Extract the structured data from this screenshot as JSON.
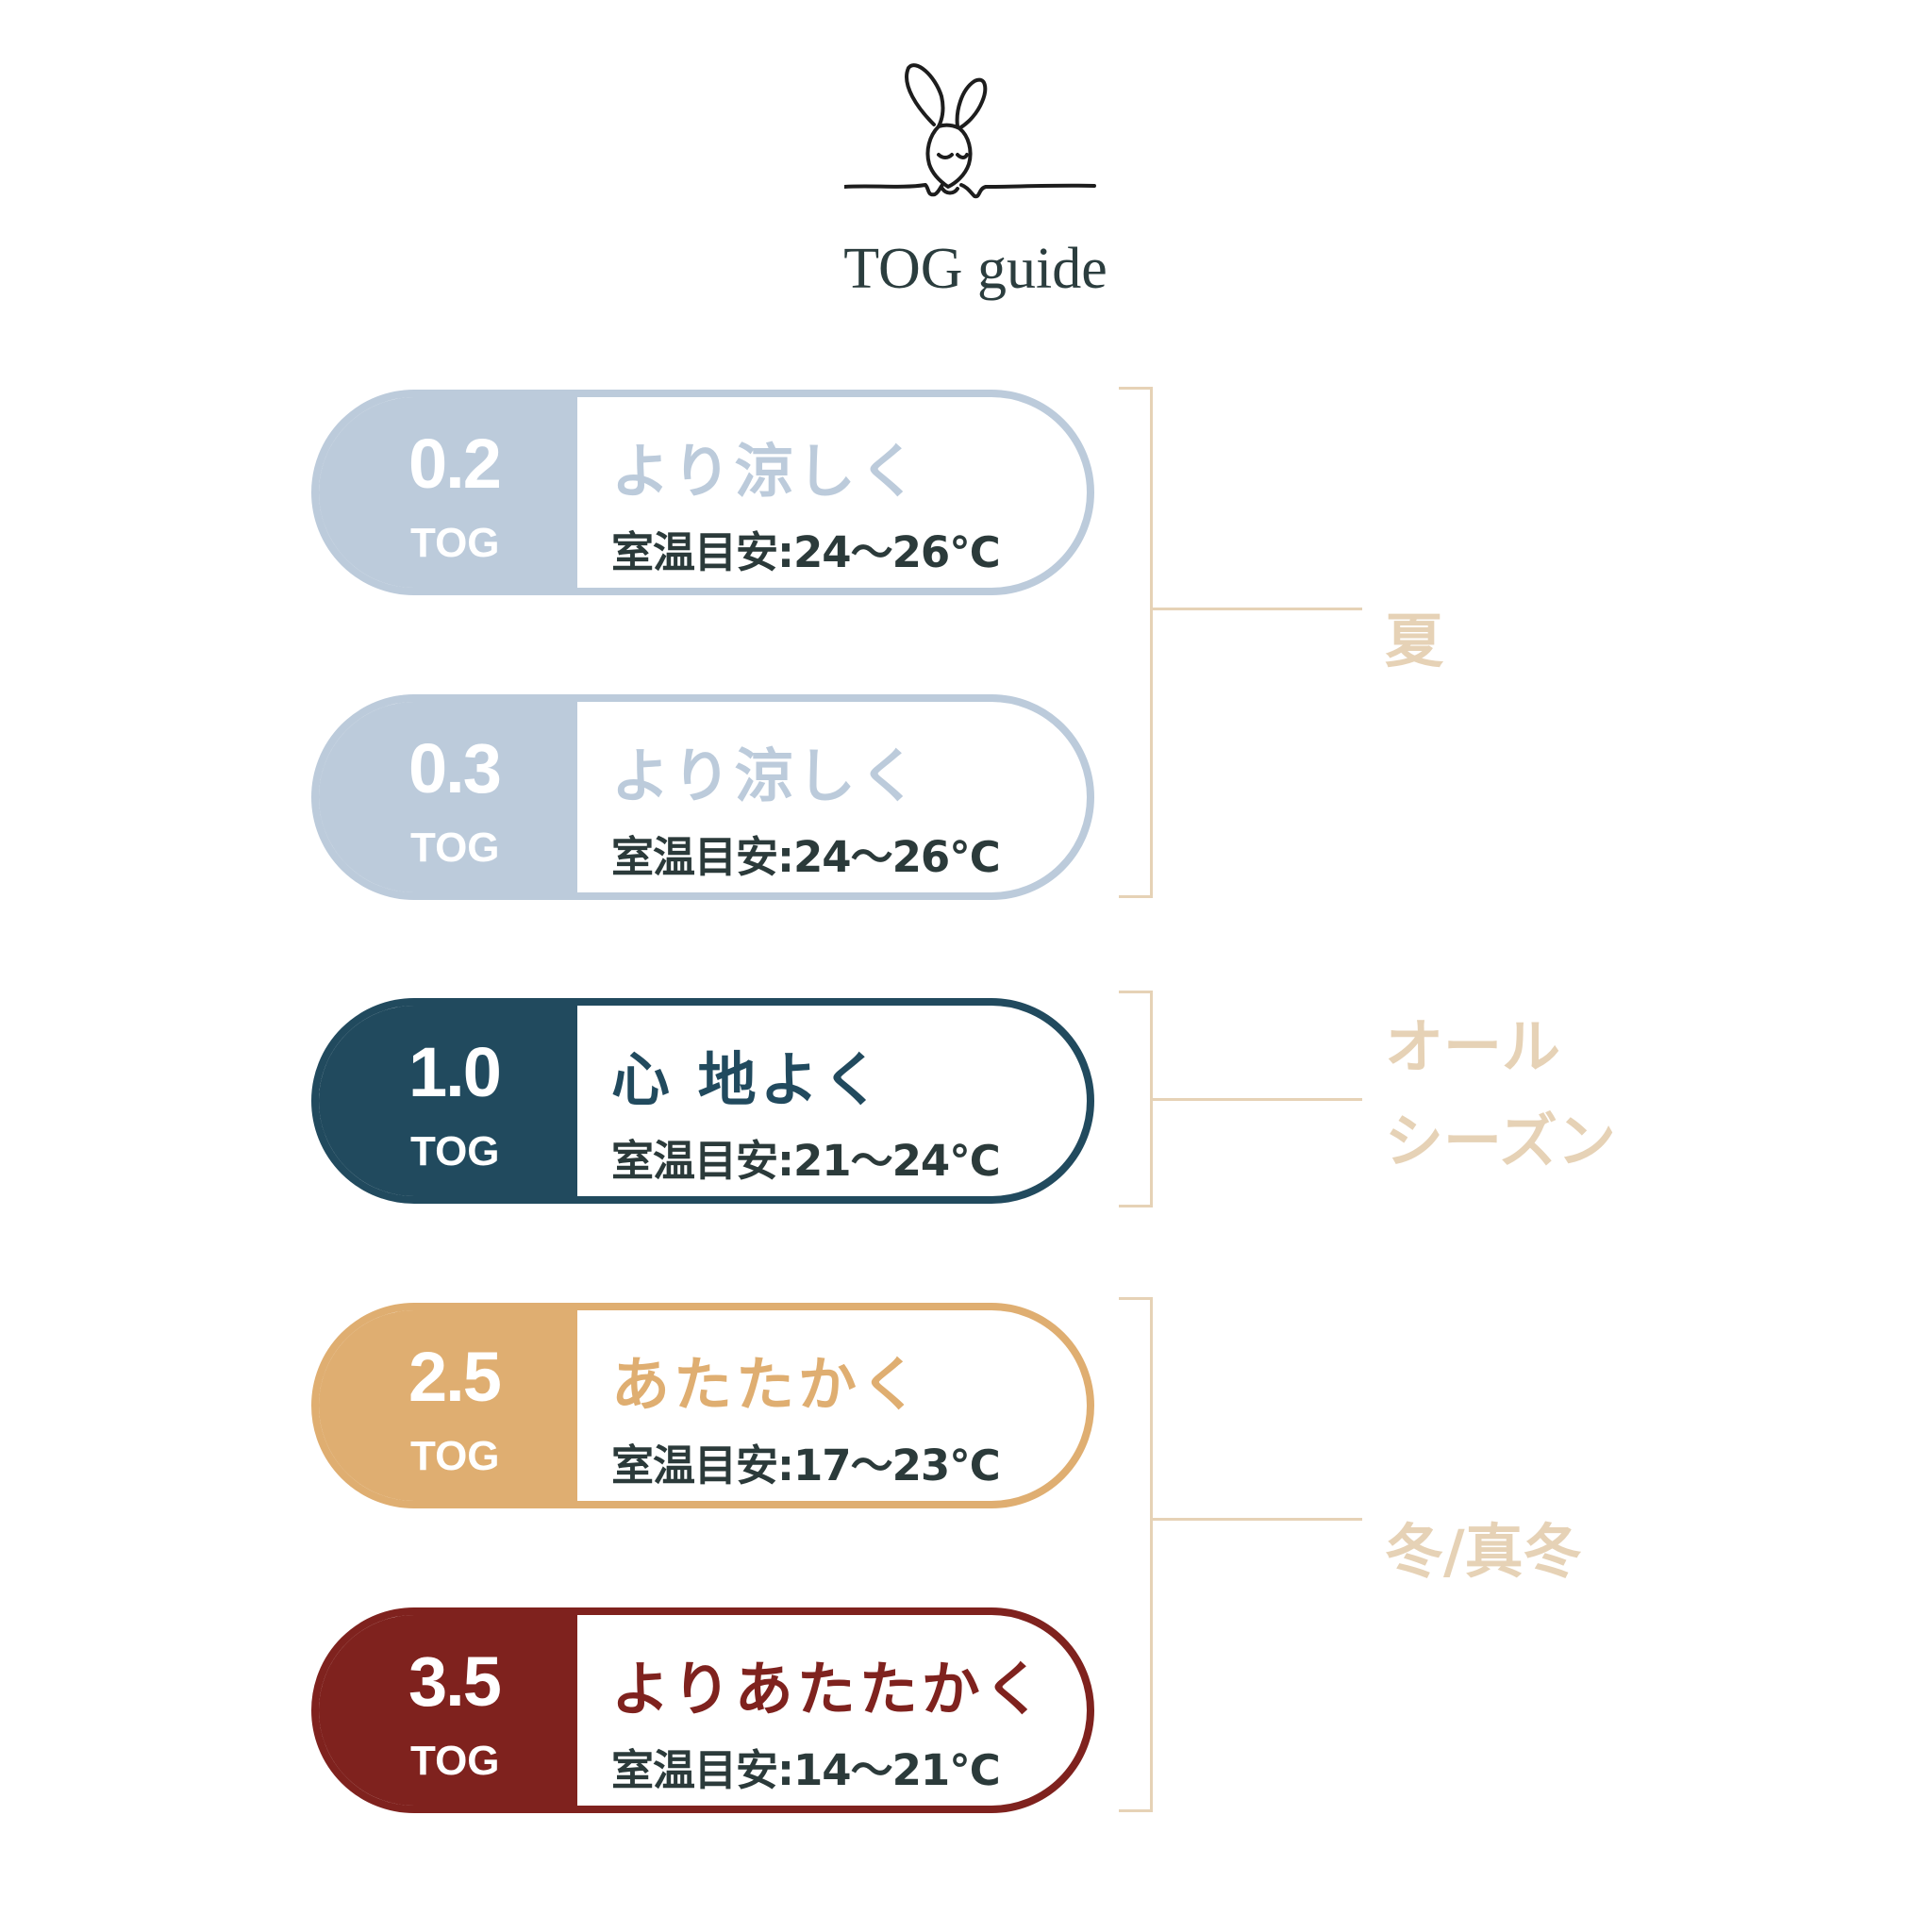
{
  "header": {
    "logo_icon": "sleeping-rabbit-icon",
    "title": "TOG guide"
  },
  "colors": {
    "cool": "#bccbdb",
    "all_season": "#214a5e",
    "warm": "#dfae71",
    "warmer": "#7f221e",
    "season_label": "#e6d2b6",
    "temp_text": "#2b3a3a",
    "title_text": "#2b3d3e"
  },
  "cards": [
    {
      "value": "0.2",
      "unit": "TOG",
      "label": "より涼しく",
      "temp": "室温目安:24～26℃",
      "color": "#bccbdb"
    },
    {
      "value": "0.3",
      "unit": "TOG",
      "label": "より涼しく",
      "temp": "室温目安:24～26℃",
      "color": "#bccbdb"
    },
    {
      "value": "1.0",
      "unit": "TOG",
      "label": "心 地よく",
      "temp": "室温目安:21～24℃",
      "color": "#214a5e"
    },
    {
      "value": "2.5",
      "unit": "TOG",
      "label": "あたたかく",
      "temp": "室温目安:17～23℃",
      "color": "#dfae71"
    },
    {
      "value": "3.5",
      "unit": "TOG",
      "label": "よりあたたかく",
      "temp": "室温目安:14～21℃",
      "color": "#7f221e"
    }
  ],
  "seasons": [
    {
      "label": "夏"
    },
    {
      "label": "オール\nシーズン"
    },
    {
      "label": "冬/真冬"
    }
  ]
}
